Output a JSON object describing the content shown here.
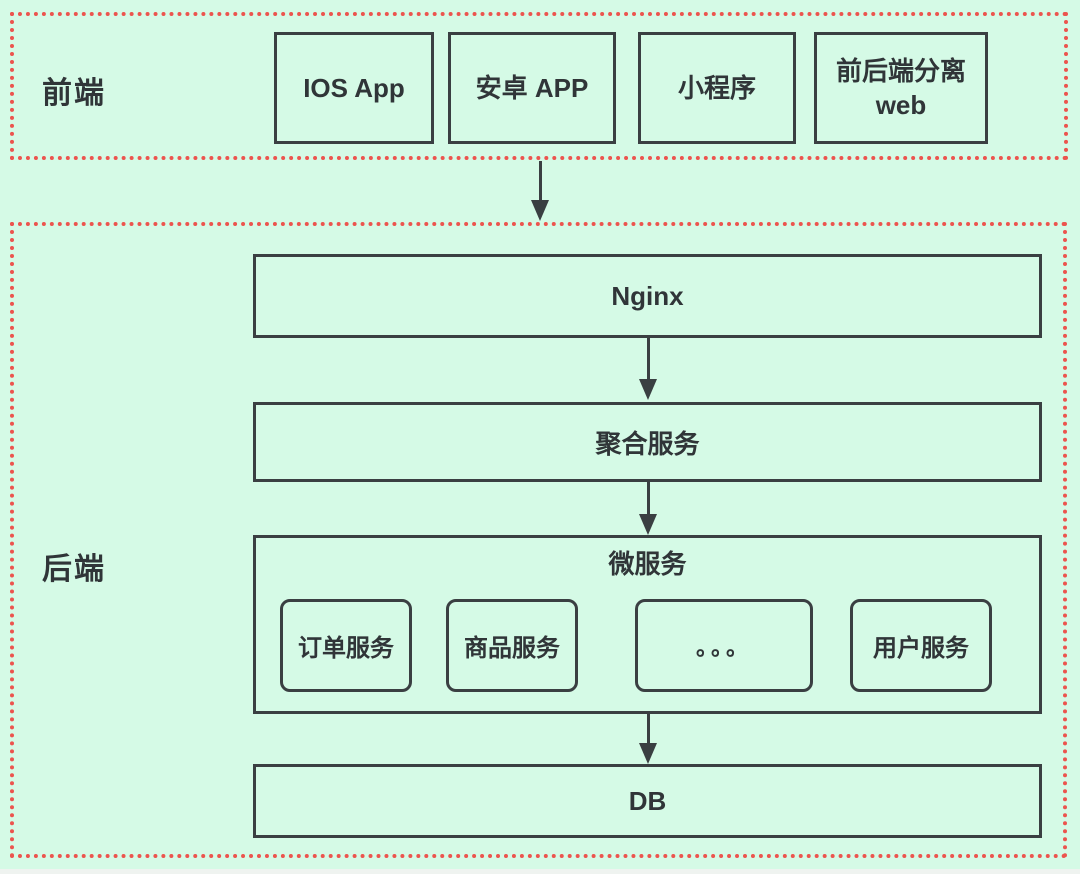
{
  "page": {
    "background_color": "#d5fae6",
    "section_border_color": "#ec544e",
    "box_border_color": "#3a3f42",
    "text_color": "#303538"
  },
  "frontend": {
    "label": "前端",
    "items": [
      {
        "label": "IOS App"
      },
      {
        "label": "安卓 APP"
      },
      {
        "label": "小程序"
      },
      {
        "label": "前后端分离 web"
      }
    ]
  },
  "backend": {
    "label": "后端",
    "nginx": "Nginx",
    "aggregate": "聚合服务",
    "microservices": {
      "label": "微服务",
      "items": [
        "订单服务",
        "商品服务",
        "。。。",
        "用户服务"
      ]
    },
    "db": "DB"
  }
}
